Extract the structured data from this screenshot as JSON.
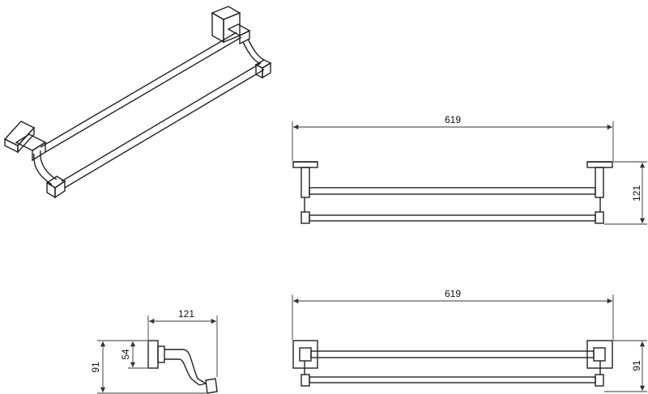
{
  "dimensions": {
    "front_width": "619",
    "front_height": "121",
    "side_depth": "121",
    "side_plate_height": "54",
    "side_total_height": "91",
    "top_width": "619",
    "top_depth": "91"
  }
}
